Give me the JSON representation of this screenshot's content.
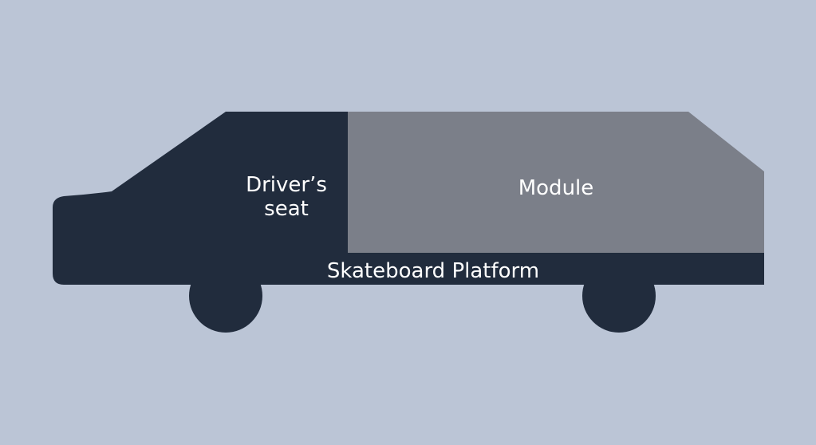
{
  "colors": {
    "background": "#bbc5d6",
    "body": "#212c3d",
    "module": "#7b7f89",
    "text": "#ffffff"
  },
  "labels": {
    "drivers_seat_line1": "Driver’s",
    "drivers_seat_line2": "seat",
    "module": "Module",
    "platform": "Skateboard Platform"
  }
}
